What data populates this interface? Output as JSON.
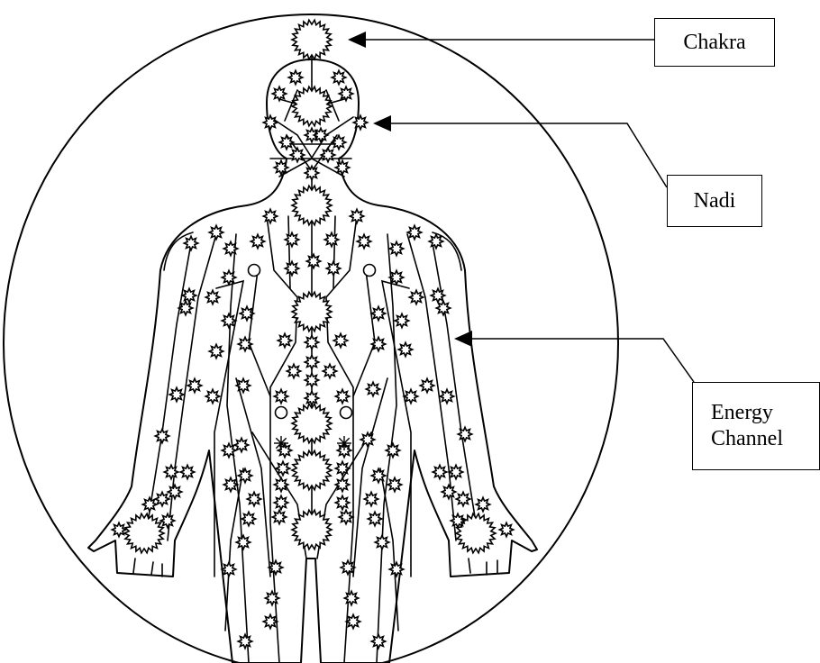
{
  "labels": {
    "chakra": "Chakra",
    "nadi": "Nadi",
    "energy_channel_line1": "Energy",
    "energy_channel_line2": "Channel"
  },
  "colors": {
    "line": "#000000",
    "background": "#ffffff"
  }
}
